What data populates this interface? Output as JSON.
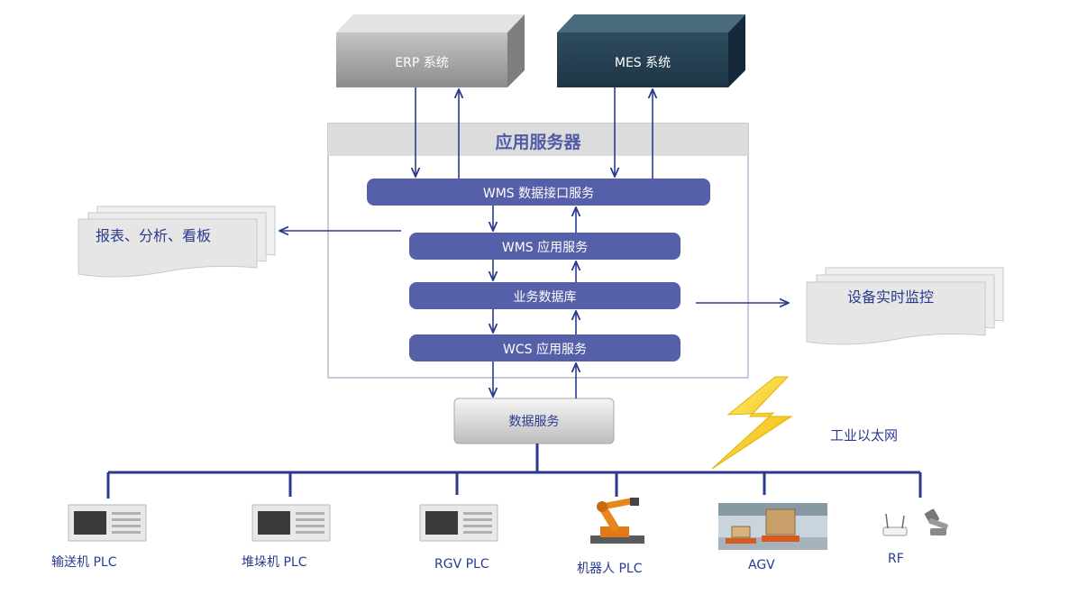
{
  "systems": {
    "erp": "ERP  系统",
    "mes": "MES  系统"
  },
  "server": {
    "title": "应用服务器",
    "wms_interface": "WMS 数据接口服务",
    "wms_app": "WMS 应用服务",
    "db": "业务数据库",
    "wcs_app": "WCS 应用服务"
  },
  "data_service": "数据服务",
  "outputs": {
    "reports": "报表、分析、看板",
    "monitor": "设备实时监控"
  },
  "network_label": "工业以太网",
  "devices": [
    {
      "label": "输送机 PLC",
      "icon": "plc-icon"
    },
    {
      "label": "堆垛机  PLC",
      "icon": "plc-icon"
    },
    {
      "label": "RGV PLC",
      "icon": "plc-icon"
    },
    {
      "label": "机器人 PLC",
      "icon": "robot-icon"
    },
    {
      "label": "AGV",
      "icon": "agv-photo-icon"
    },
    {
      "label": "RF",
      "icon": "rf-scanner-icon"
    }
  ],
  "colors": {
    "line": "#2b3a8f",
    "pill": "#5660a9",
    "mes": "#243f53",
    "erp": "#9a9a9a",
    "server_header": "#dcdcdc",
    "lightning": "#f5c800"
  }
}
